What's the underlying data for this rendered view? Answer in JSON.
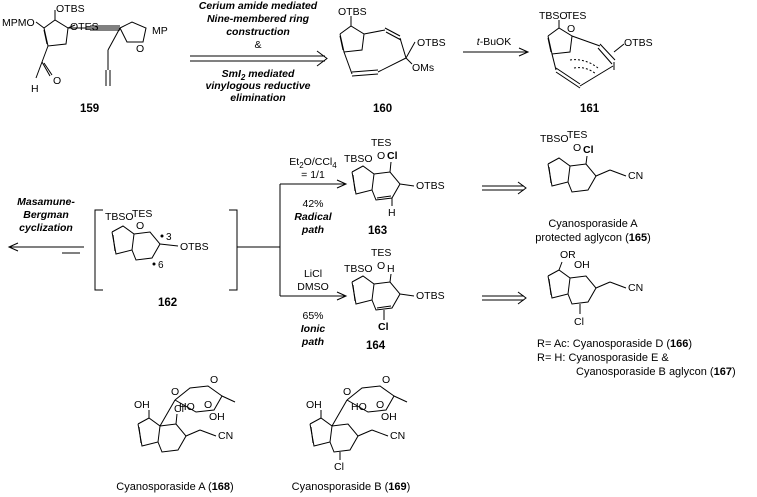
{
  "compounds": {
    "c159": "159",
    "c160": "160",
    "c161": "161",
    "c162": "162",
    "c163": "163",
    "c164": "164",
    "c165": "165",
    "c166": "166",
    "c167": "167",
    "c168": "168",
    "c169": "169"
  },
  "groups": {
    "otbs": "OTBS",
    "tbso": "TBSO",
    "otes": "OTES",
    "tes": "TES",
    "o": "O",
    "mpmo": "MPMO",
    "mp": "MP",
    "h": "H",
    "oms": "OMs",
    "cl": "Cl",
    "cn": "CN",
    "oh": "OH",
    "ho": "HO",
    "or": "OR",
    "pos3": "3",
    "pos6": "6"
  },
  "arrows": {
    "step1_line1": "Cerium amide mediated",
    "step1_line2": "Nine-membered ring",
    "step1_line3": "construction",
    "step1_amp": "&",
    "step1_line4_pre": "SmI",
    "step1_line4_sub": "2",
    "step1_line4_post": " mediated",
    "step1_line5": "vinylogous reductive",
    "step1_line6": "elimination",
    "step2_reagent_pre": "t",
    "step2_reagent_post": "-BuOK",
    "mb_line1": "Masamune-",
    "mb_line2": "Bergman",
    "mb_line3": "cyclization",
    "radical_cond_pre": "Et",
    "radical_cond_sub1": "2",
    "radical_cond_mid": "O/CCl",
    "radical_cond_sub2": "4",
    "radical_ratio": "= 1/1",
    "radical_yield": "42%",
    "radical_line1": "Radical",
    "radical_line2": "path",
    "ionic_cond1": "LiCl",
    "ionic_cond2": "DMSO",
    "ionic_yield": "65%",
    "ionic_line1": "Ionic",
    "ionic_line2": "path"
  },
  "captions": {
    "c165_line1": "Cyanosporaside A",
    "c165_line2_pre": "protected aglycon (",
    "c165_line2_post": ")",
    "c166_pre": "R= Ac: Cyanosporaside D (",
    "c166_post": ")",
    "c167_pre": "R= H: Cyanosporaside E &",
    "c167_line2_pre": "Cyanosporaside B aglycon (",
    "c167_line2_post": ")",
    "c168_pre": "Cyanosporaside A (",
    "c168_post": ")",
    "c169_pre": "Cyanosporaside B (",
    "c169_post": ")"
  }
}
